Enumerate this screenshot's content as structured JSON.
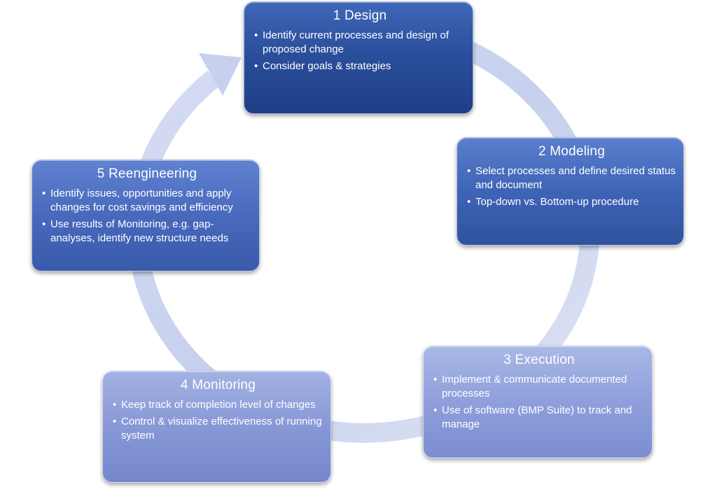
{
  "diagram": {
    "type": "cycle",
    "colors": {
      "ring": "#c8d2ef",
      "stage1": "#2b4f9c",
      "stage2": "#3f63b6",
      "stage3": "#8e9fdb",
      "stage4": "#8798d6",
      "stage5": "#4869bd"
    },
    "stages": [
      {
        "title": "1 Design",
        "bullets": [
          "Identify current processes and design of proposed change",
          "Consider goals & strategies"
        ]
      },
      {
        "title": "2 Modeling",
        "bullets": [
          "Select processes and define desired status and document",
          "Top-down vs. Bottom-up procedure"
        ]
      },
      {
        "title": "3 Execution",
        "bullets": [
          "Implement & communicate documented processes",
          "Use of software (BMP Suite) to track and manage"
        ]
      },
      {
        "title": "4 Monitoring",
        "bullets": [
          "Keep track of completion level of changes",
          "Control & visualize effectiveness of running system"
        ]
      },
      {
        "title": "5 Reengineering",
        "bullets": [
          "Identify issues, opportunities and apply changes for cost savings and efficiency",
          "Use results of Monitoring, e.g. gap-analyses, identify new structure needs"
        ]
      }
    ]
  }
}
